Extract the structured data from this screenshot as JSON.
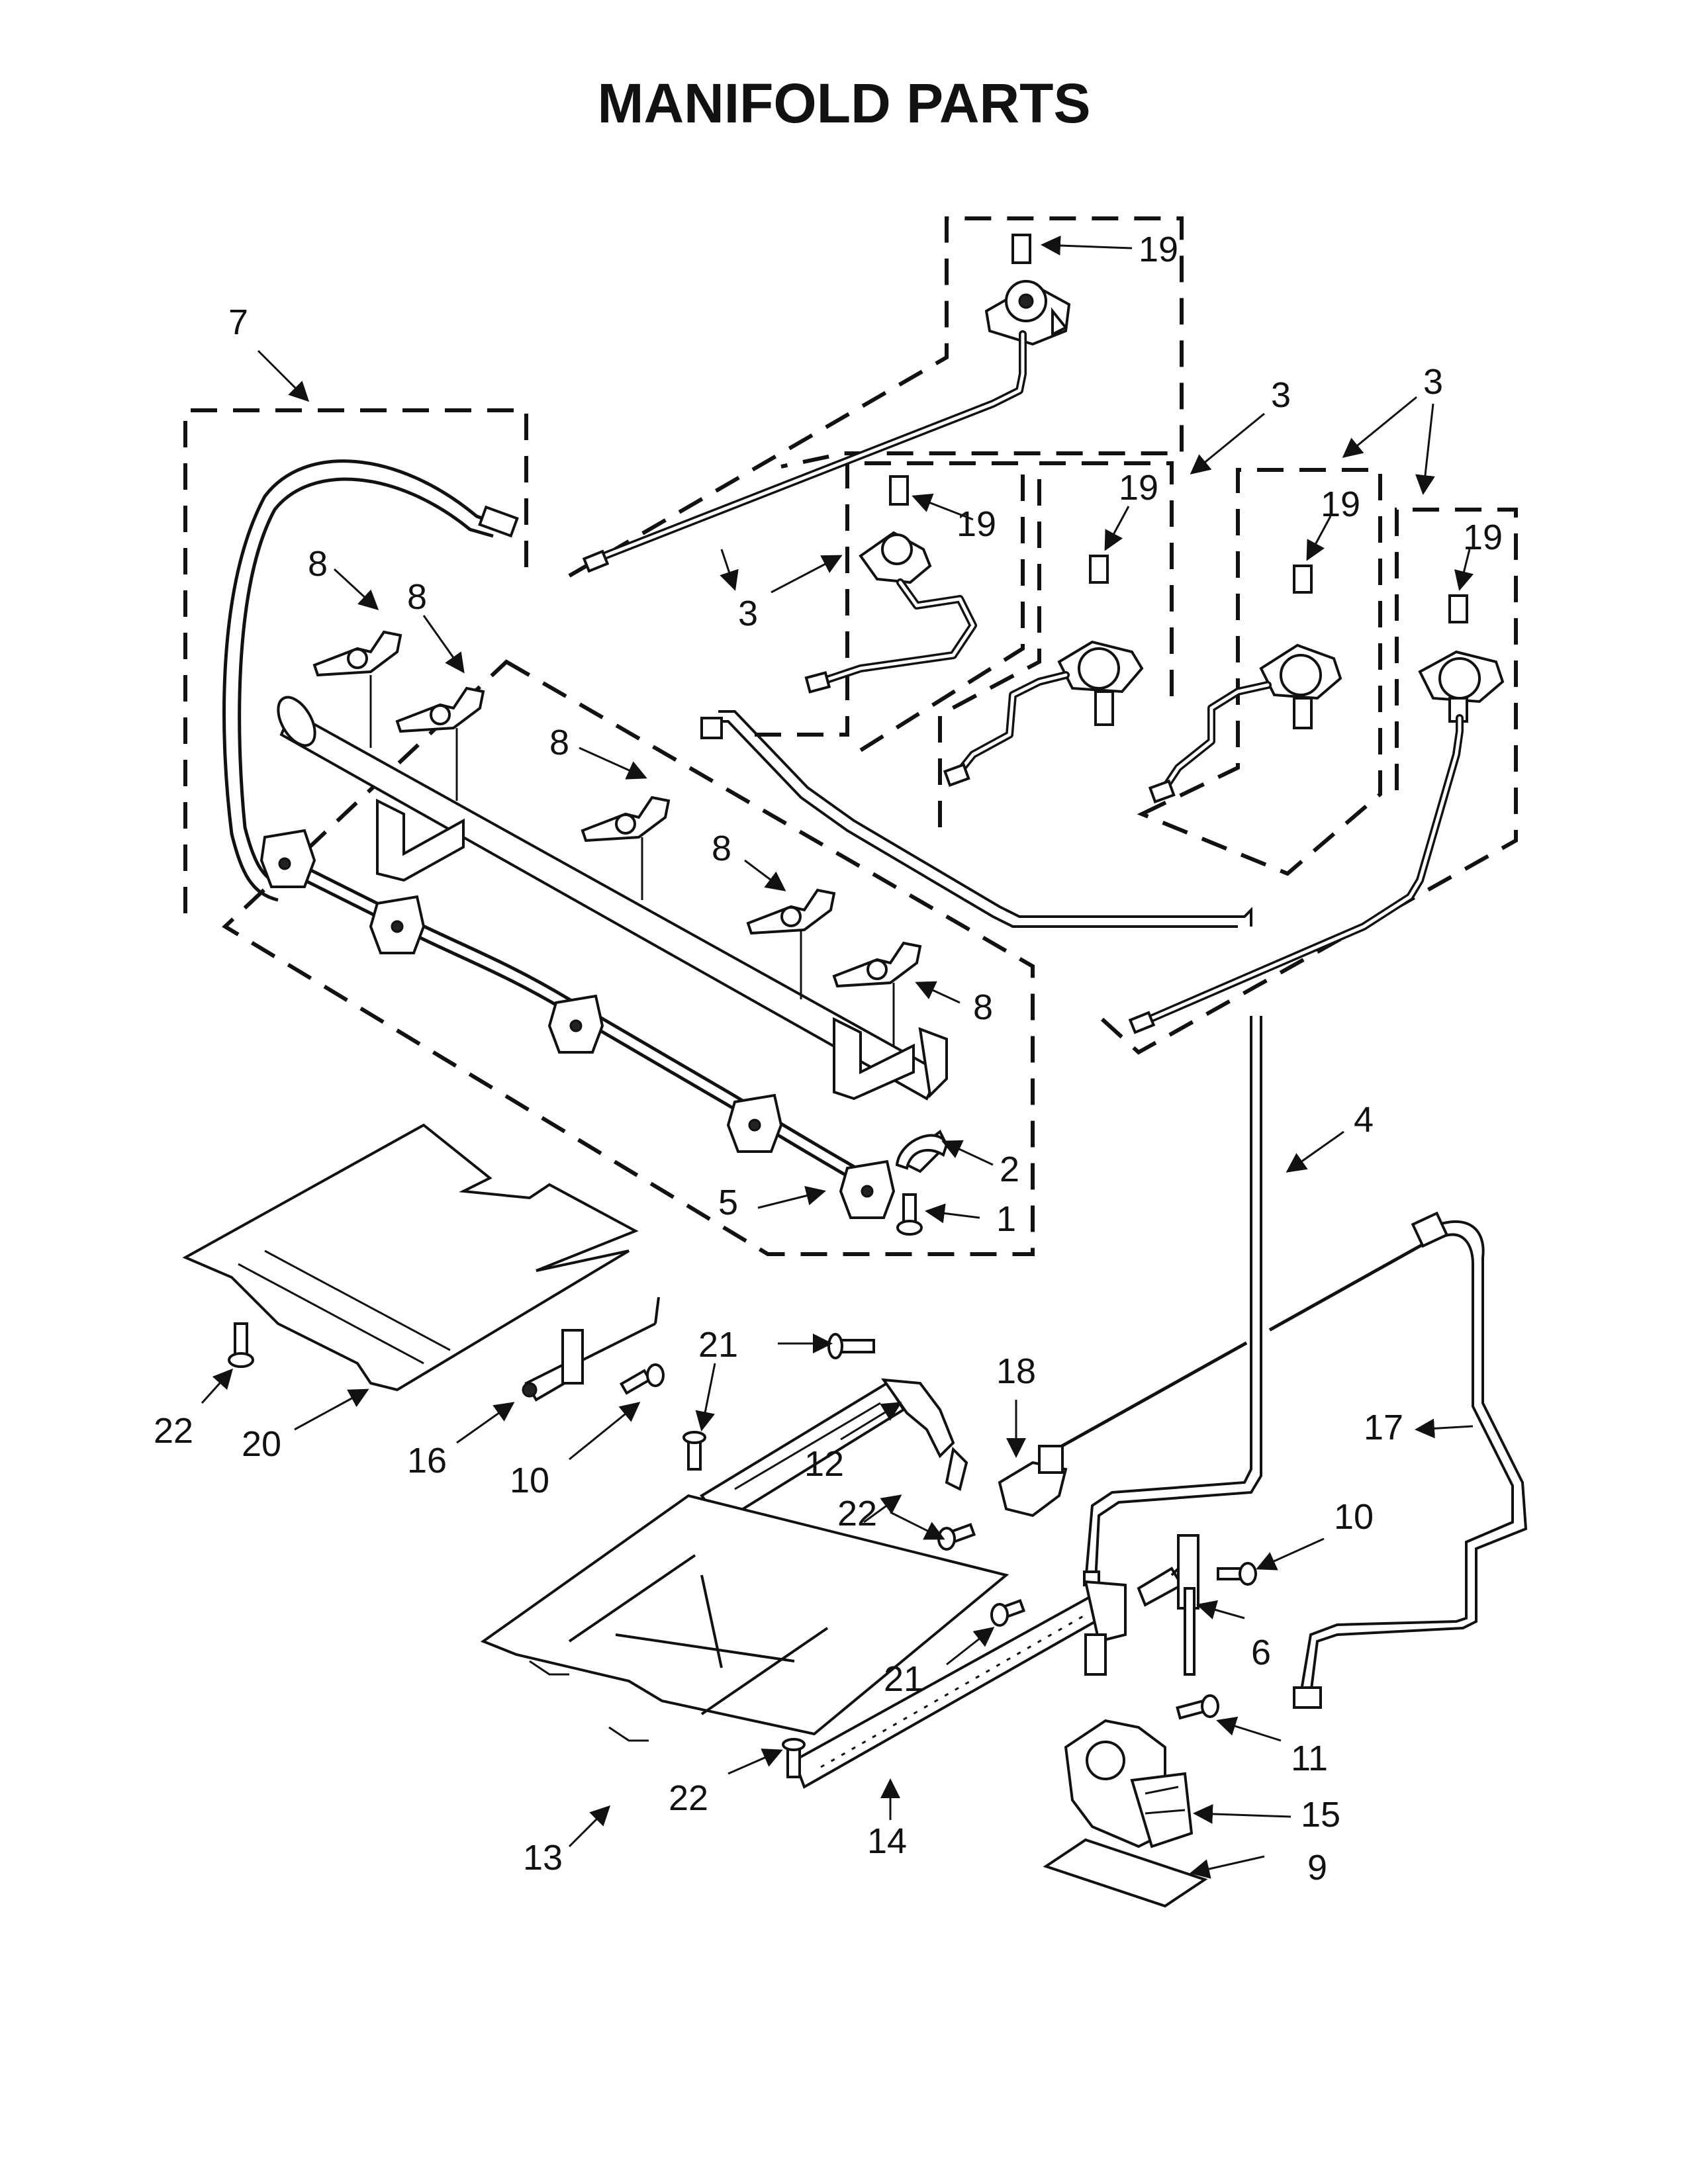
{
  "title": "MANIFOLD PARTS",
  "callouts": {
    "c1": "1",
    "c2": "2",
    "c3a": "3",
    "c3b": "3",
    "c3c": "3",
    "c4": "4",
    "c5": "5",
    "c6": "6",
    "c7": "7",
    "c8a": "8",
    "c8b": "8",
    "c8c": "8",
    "c8d": "8",
    "c8e": "8",
    "c9": "9",
    "c10a": "10",
    "c10b": "10",
    "c11": "11",
    "c12": "12",
    "c13": "13",
    "c14": "14",
    "c15": "15",
    "c16": "16",
    "c17": "17",
    "c18": "18",
    "c19a": "19",
    "c19b": "19",
    "c19c": "19",
    "c19d": "19",
    "c19e": "19",
    "c20": "20",
    "c21a": "21",
    "c21b": "21",
    "c22a": "22",
    "c22b": "22",
    "c22c": "22"
  }
}
